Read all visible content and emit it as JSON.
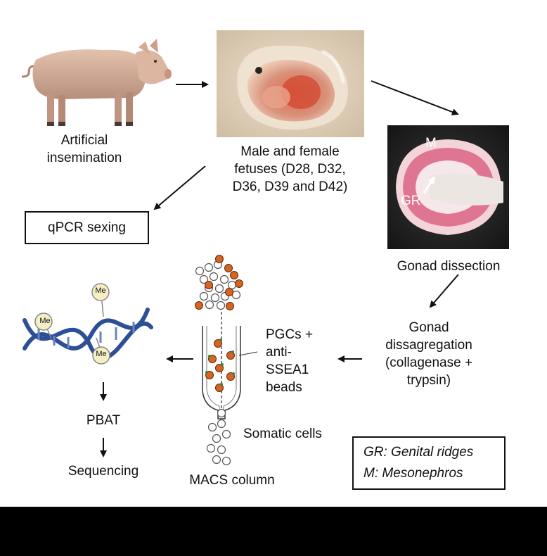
{
  "steps": {
    "insemination": [
      "Artificial",
      "insemination"
    ],
    "fetuses": [
      "Male and female",
      "fetuses (D28, D32,",
      "D36, D39 and D42)"
    ],
    "qpcr": "qPCR sexing",
    "gonad_dissection": "Gonad dissection",
    "disaggregation": [
      "Gonad",
      "dissagregation",
      "(collagenase +",
      "trypsin)"
    ],
    "pgcs": [
      "PGCs +",
      "anti-",
      "SSEA1",
      "beads"
    ],
    "somatic": "Somatic cells",
    "macs": "MACS column",
    "pbat": "PBAT",
    "sequencing": "Sequencing"
  },
  "gonad_photo_labels": {
    "m": "M",
    "gr": "GR"
  },
  "methyl_label": "Me",
  "legend": [
    "GR: Genital ridges",
    "M: Mesonephros"
  ],
  "colors": {
    "pgc": "#d9641f",
    "dna": "#2d4f95",
    "me_fill": "#f6efc4",
    "arrow": "#111111"
  }
}
